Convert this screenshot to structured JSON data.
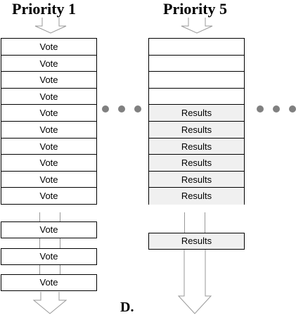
{
  "headings": {
    "left": "Priority 1",
    "right": "Priority 5"
  },
  "left_stack": [
    "Vote",
    "Vote",
    "Vote",
    "Vote",
    "Vote",
    "Vote",
    "Vote",
    "Vote",
    "Vote",
    "Vote"
  ],
  "right_stack": [
    "",
    "",
    "",
    "",
    "Results",
    "Results",
    "Results",
    "Results",
    "Results",
    "Results"
  ],
  "left_queue": [
    "Vote",
    "Vote",
    "Vote"
  ],
  "right_queue": [
    "Results"
  ],
  "panel_label": "D.",
  "colors": {
    "line": "#000000",
    "arrow_outline": "#999999",
    "dots": "#808080",
    "shaded_cell": "#f0f0f0"
  }
}
